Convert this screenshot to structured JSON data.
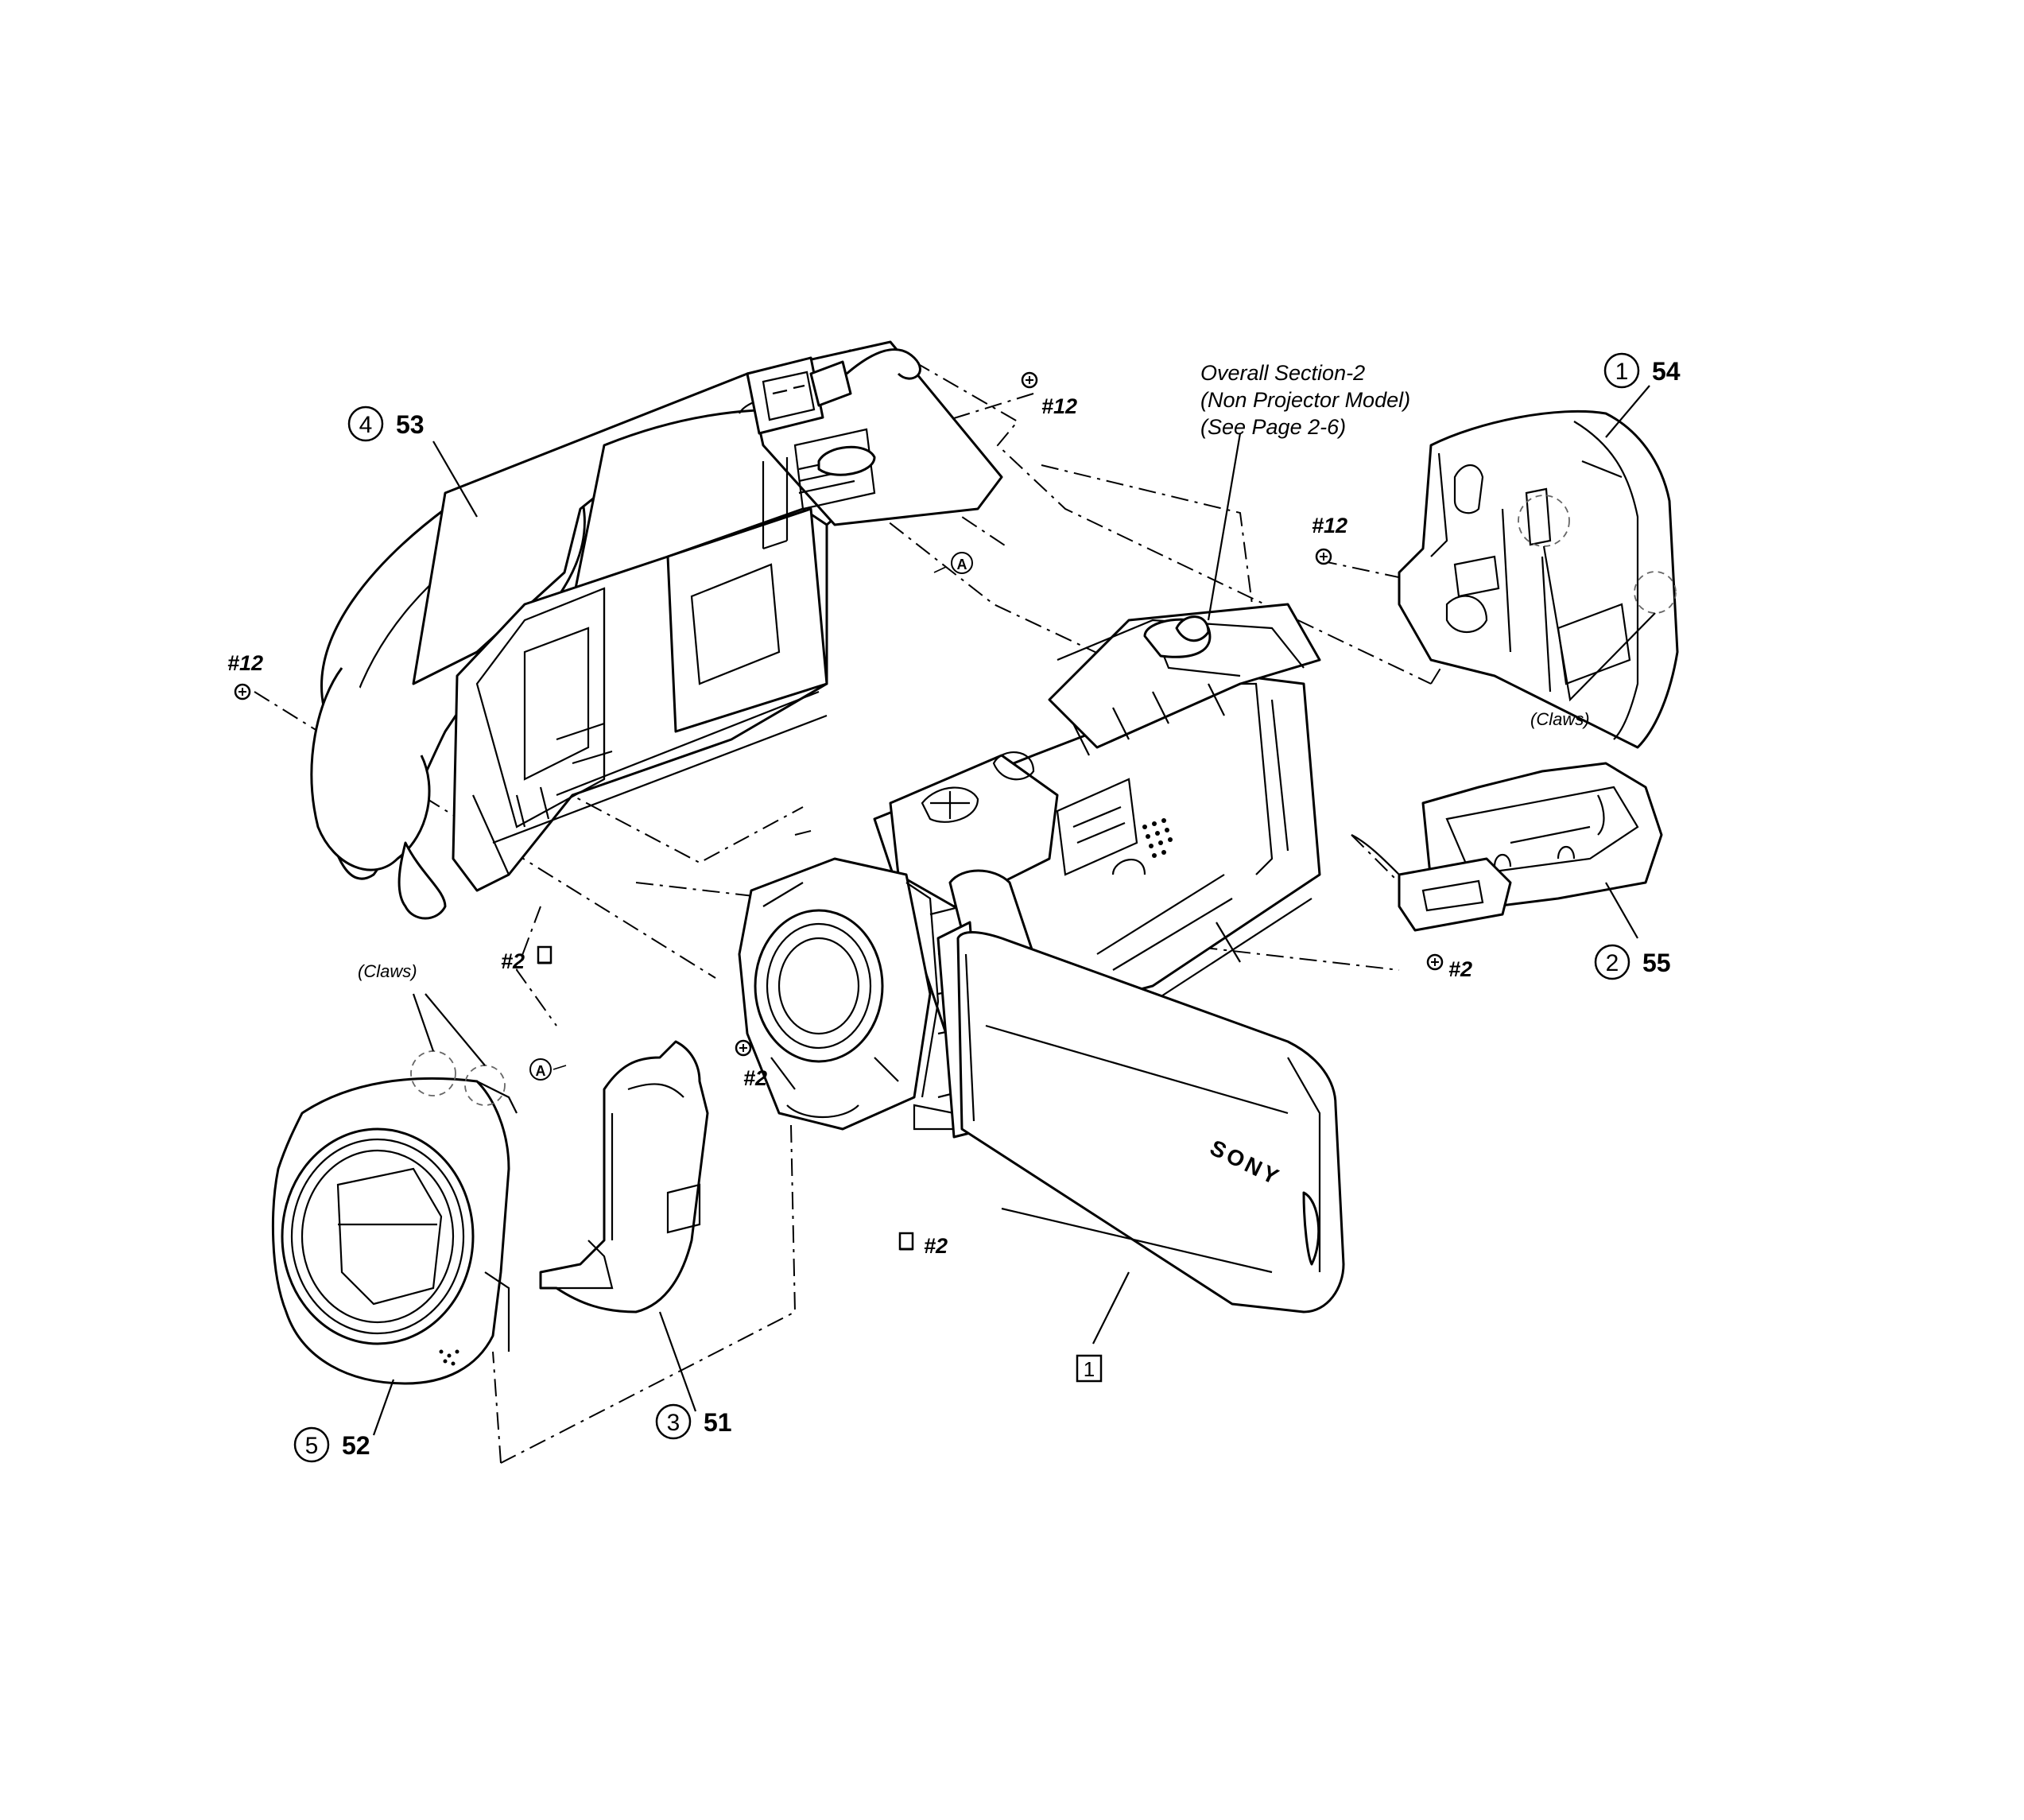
{
  "parts": {
    "p54": {
      "ref": "1",
      "num": "54"
    },
    "p55": {
      "ref": "2",
      "num": "55"
    },
    "p51": {
      "ref": "3",
      "num": "51"
    },
    "p53": {
      "ref": "4",
      "num": "53"
    },
    "p52": {
      "ref": "5",
      "num": "52"
    },
    "lcd": {
      "num": "1"
    }
  },
  "screws": {
    "s12": "#12",
    "s2": "#2"
  },
  "note": {
    "line1": "Overall Section-2",
    "line2": "(Non Projector Model)",
    "line3": "(See Page 2-6)"
  },
  "claws": "(Claws)",
  "ref_a": "A",
  "brand": "SONY"
}
